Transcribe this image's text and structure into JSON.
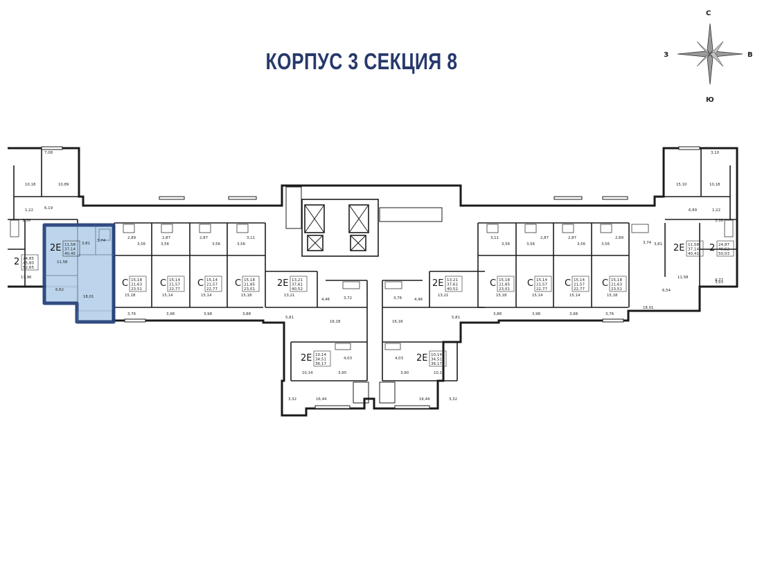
{
  "title": "КОРПУС 3 СЕКЦИЯ 8",
  "compass": {
    "north": "С",
    "south": "Ю",
    "west": "З",
    "east": "В"
  },
  "highlight_color": "#b9d3ec",
  "highlight_border": "#27437c",
  "highlight_fill": "#b9d3ec",
  "apartments": [
    {
      "type": "2",
      "areas": [
        "24,85",
        "45,80",
        "52,65"
      ]
    },
    {
      "type": "2E",
      "areas": [
        "11,58",
        "37,14",
        "40,45"
      ],
      "selected": true
    },
    {
      "type": "C",
      "areas": [
        "15,18",
        "21,63",
        "23,51"
      ]
    },
    {
      "type": "C",
      "areas": [
        "15,14",
        "21,57",
        "22,77"
      ]
    },
    {
      "type": "C",
      "areas": [
        "15,14",
        "21,57",
        "22,77"
      ]
    },
    {
      "type": "C",
      "areas": [
        "15,18",
        "21,85",
        "23,01"
      ]
    },
    {
      "type": "2E",
      "areas": [
        "13,21",
        "37,61",
        "40,52"
      ]
    },
    {
      "type": "2E",
      "areas": [
        "13,21",
        "37,61",
        "40,52"
      ]
    },
    {
      "type": "C",
      "areas": [
        "15,18",
        "21,85",
        "23,01"
      ]
    },
    {
      "type": "C",
      "areas": [
        "15,14",
        "21,57",
        "22,77"
      ]
    },
    {
      "type": "C",
      "areas": [
        "15,14",
        "21,57",
        "22,77"
      ]
    },
    {
      "type": "C",
      "areas": [
        "15,18",
        "21,63",
        "23,51"
      ]
    },
    {
      "type": "2E",
      "areas": [
        "11,58",
        "37,14",
        "40,41"
      ]
    },
    {
      "type": "2",
      "areas": [
        "24,87",
        "46,52",
        "50,03"
      ]
    },
    {
      "type": "2E",
      "areas": [
        "10,14",
        "34,51",
        "36,17"
      ]
    },
    {
      "type": "2E",
      "areas": [
        "10,14",
        "34,51",
        "36,17"
      ]
    }
  ],
  "room_labels": [
    "7,08",
    "10,18",
    "10,89",
    "1,22",
    "6,19",
    "3,36",
    "13,96",
    "11,58",
    "6,62",
    "18,01",
    "3,81",
    "3,74",
    "2,89",
    "3,56",
    "15,18",
    "3,76",
    "2,87",
    "3,56",
    "15,14",
    "3,98",
    "2,87",
    "3,56",
    "15,14",
    "3,98",
    "3,11",
    "3,56",
    "15,18",
    "3,88",
    "13,21",
    "4,46",
    "3,72",
    "16,18",
    "5,81",
    "10,14",
    "4,03",
    "3,90",
    "3,32",
    "16,44",
    "3,76",
    "4,46",
    "13,21",
    "16,18",
    "5,81",
    "4,03",
    "3,90",
    "10,14",
    "16,44",
    "3,32",
    "3,11",
    "3,56",
    "15,18",
    "3,88",
    "2,87",
    "3,56",
    "15,14",
    "3,98",
    "2,87",
    "3,56",
    "15,14",
    "3,98",
    "2,89",
    "3,56",
    "15,18",
    "3,76",
    "3,74",
    "3,81",
    "11,58",
    "6,54",
    "18,01",
    "3,10",
    "10,18",
    "15,10",
    "6,89",
    "1,22",
    "3,36",
    "9,77",
    "3,93"
  ]
}
